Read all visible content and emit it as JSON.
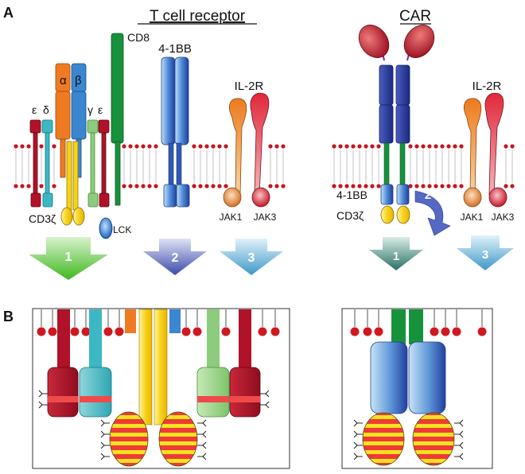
{
  "panels": {
    "a": {
      "letter": "A",
      "tcr_title": "T cell receptor",
      "car_title": "CAR",
      "labels": {
        "cd8": "CD8",
        "alpha": "α",
        "beta": "β",
        "epsilon_left": "ε",
        "delta": "δ",
        "gamma": "γ",
        "epsilon_right": "ε",
        "cd3z_tcr": "CD3ζ",
        "lck": "LCK",
        "four1bb_tcr": "4-1BB",
        "il2r_tcr": "IL-2R",
        "jak1_tcr": "JAK1",
        "jak3_tcr": "JAK3",
        "four1bb_car": "4-1BB",
        "cd3z_car": "CD3ζ",
        "il2r_car": "IL-2R",
        "jak1_car": "JAK1",
        "jak3_car": "JAK3"
      },
      "signals": {
        "tcr_1": "1",
        "tcr_2": "2",
        "tcr_3": "3",
        "car_1": "1",
        "car_2": "2",
        "car_3": "3"
      }
    },
    "b": {
      "letter": "B"
    }
  },
  "colors": {
    "cd3_epsilon": "#b0122a",
    "cd3_delta": "#3bb8c4",
    "cd3_gamma": "#8ccc7c",
    "tcr_alpha": "#f07a22",
    "tcr_beta": "#3a86d0",
    "cd3_zeta": "#f6d21c",
    "itam": "#ef4040",
    "cd8": "#17923c",
    "lck": "#1f6fc8",
    "four1bb": "#5a90d8",
    "il2r_orange": "#ee7a1e",
    "il2r_red": "#e0283a",
    "car_scfv": "#2e3f9c",
    "car_antigen": "#c0182c",
    "membrane_head": "#c8141e",
    "signal_green": "#4cc02a",
    "signal_purple": "#4a5ab8",
    "signal_blue": "#4aa0d0",
    "signal_teal": "#2f7a6e"
  }
}
